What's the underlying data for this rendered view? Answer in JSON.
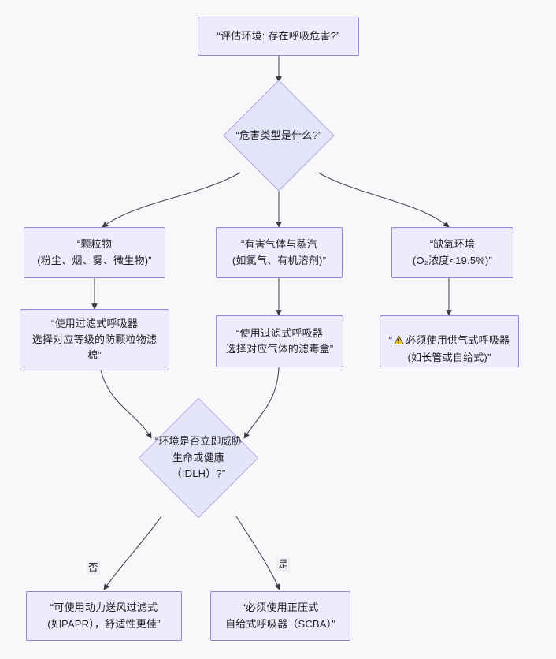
{
  "diagram": {
    "type": "flowchart",
    "direction": "top-down",
    "background_color": "#f7f8fa",
    "node_fill": "#ececfc",
    "node_border": "#9a83d8",
    "decision_fill": "#e4e4f8",
    "decision_border": "#b3a4e6",
    "edge_color": "#4a4a52",
    "nodes": [
      {
        "id": "start",
        "shape": "rect",
        "text": "“评估环境: 存在呼吸危害?”"
      },
      {
        "id": "hazard-type",
        "shape": "diamond",
        "text": "“危害类型是什么?”"
      },
      {
        "id": "particulate",
        "shape": "rect",
        "text": "“颗粒物\n(粉尘、烟、雾、微生物)”"
      },
      {
        "id": "gas-vapor",
        "shape": "rect",
        "text": "“有害气体与蒸汽\n(如氯气、有机溶剂)”"
      },
      {
        "id": "oxygen-deficient",
        "shape": "rect",
        "text": "“缺氧环境\n(O₂浓度<19.5%)”"
      },
      {
        "id": "particulate-filter",
        "shape": "rect",
        "text": "“使用过滤式呼吸器\n选择对应等级的防颗粒物滤\n棉”"
      },
      {
        "id": "gas-filter",
        "shape": "rect",
        "text": "“使用过滤式呼吸器\n选择对应气体的滤毒盒”"
      },
      {
        "id": "supplied-air",
        "shape": "rect",
        "icon": "warning-triangle-icon",
        "text_before_icon": "“",
        "text_after_icon": "必须使用供气式呼吸器\n(如长管或自给式)”"
      },
      {
        "id": "idlh",
        "shape": "diamond",
        "text": "“环境是否立即威胁\n生命或健康\n（IDLH）?”"
      },
      {
        "id": "papr",
        "shape": "rect",
        "text": "“可使用动力送风过滤式\n(如PAPR），舒适性更佳”"
      },
      {
        "id": "scba",
        "shape": "rect",
        "text": "“必须使用正压式\n自给式呼吸器（SCBA）”"
      }
    ],
    "edge_labels": {
      "idlh_no": "否",
      "idlh_yes": "是"
    }
  }
}
